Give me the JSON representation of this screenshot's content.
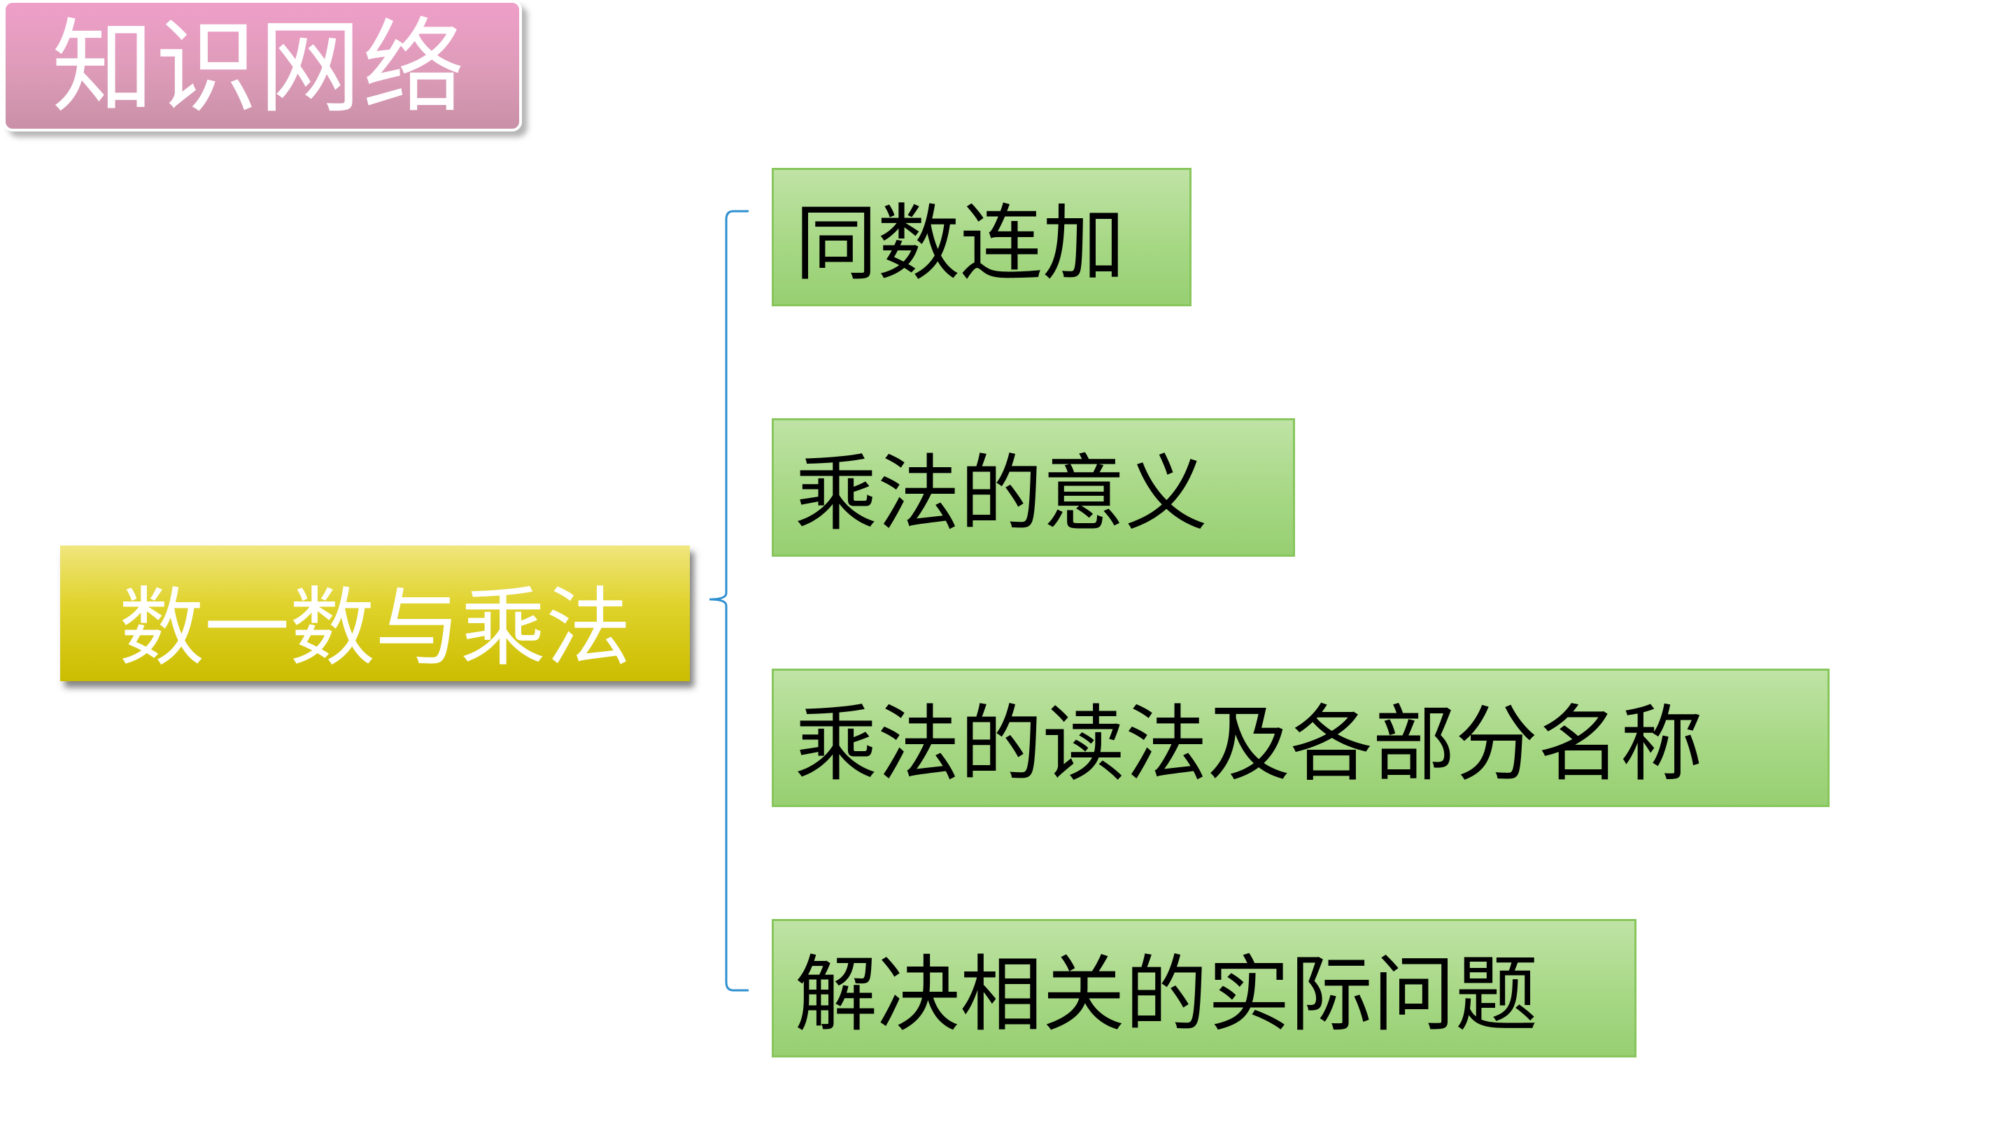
{
  "title": "知识网络",
  "root": {
    "label": "数一数与乘法"
  },
  "branches": [
    {
      "label": "同数连加"
    },
    {
      "label": "乘法的意义"
    },
    {
      "label": "乘法的读法及各部分名称"
    },
    {
      "label": "解决相关的实际问题"
    }
  ],
  "colors": {
    "title_bg": "#dd9bb8",
    "root_bg": "#dfd22a",
    "branch_bg": "#a7d885",
    "branch_border": "#88c65d",
    "connector": "#2e8fd0"
  }
}
